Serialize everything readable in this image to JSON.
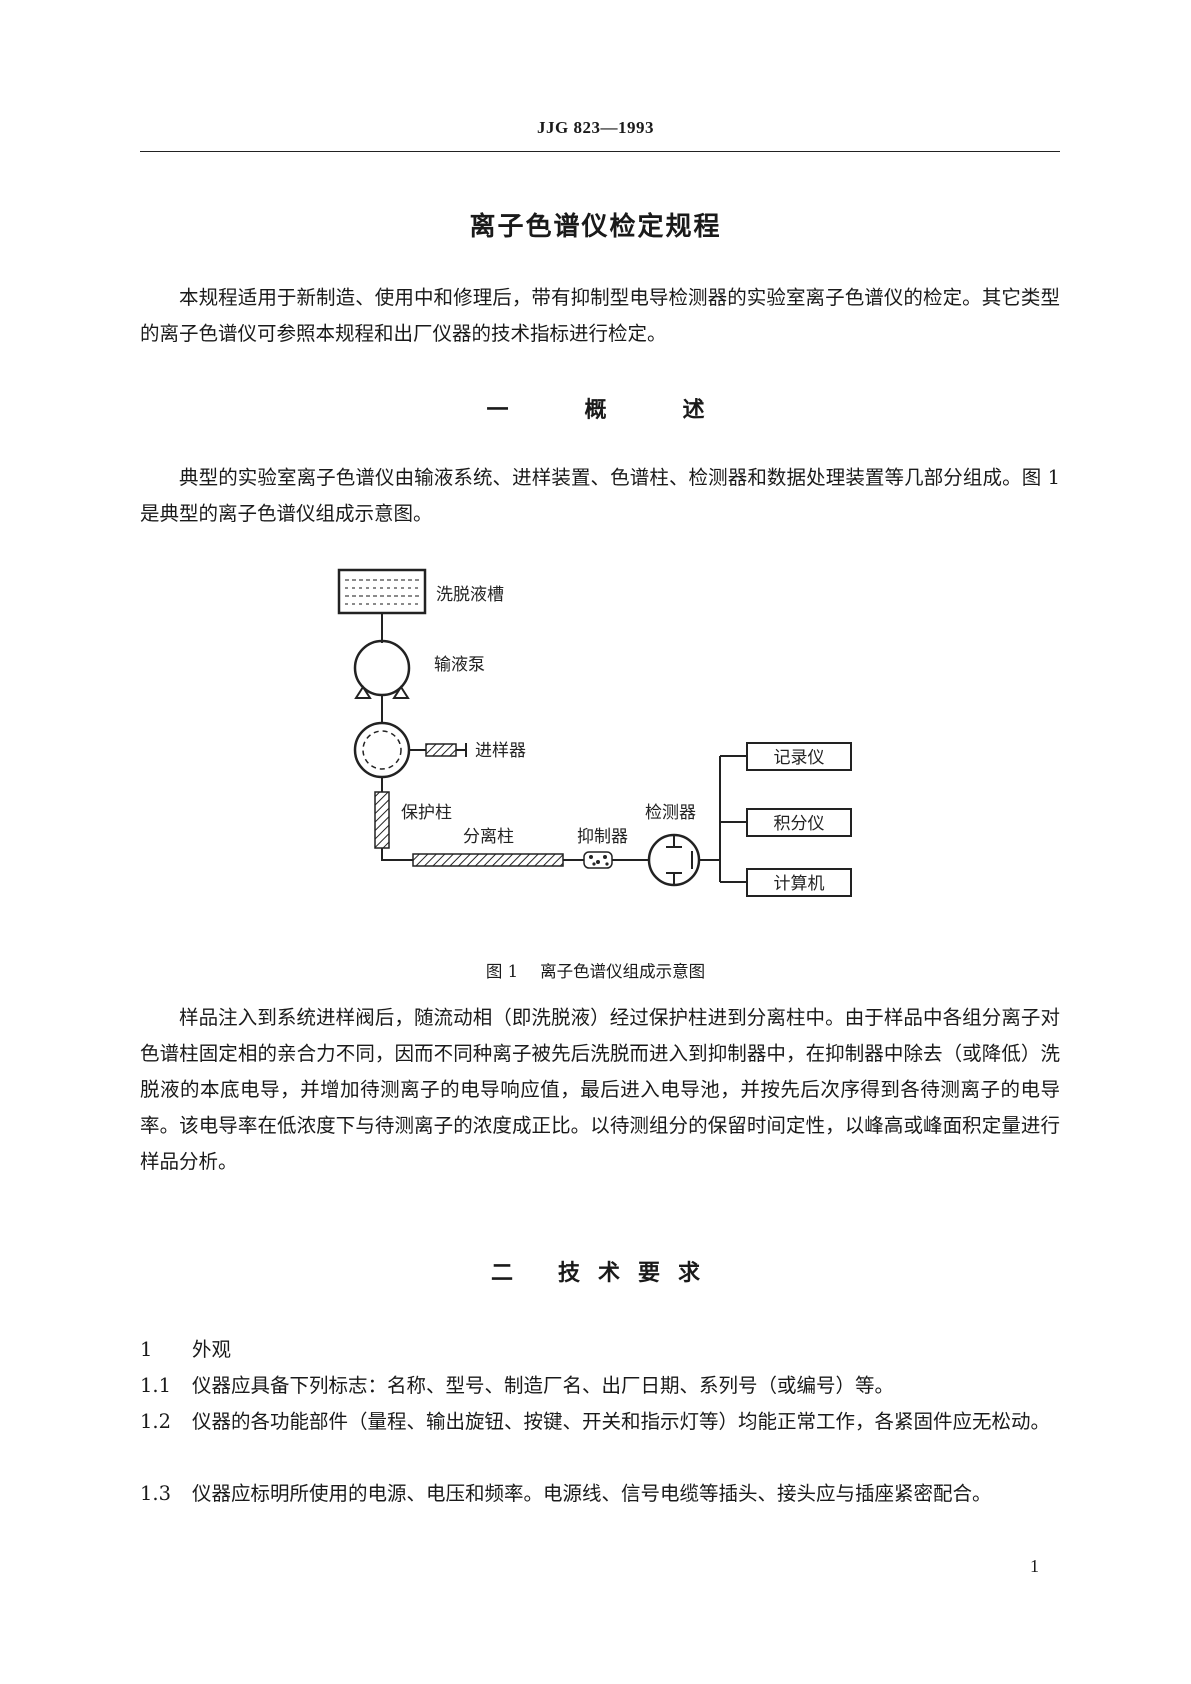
{
  "header": {
    "code": "JJG 823—1993"
  },
  "title": "离子色谱仪检定规程",
  "intro": "本规程适用于新制造、使用中和修理后，带有抑制型电导检测器的实验室离子色谱仪的检定。其它类型的离子色谱仪可参照本规程和出厂仪器的技术指标进行检定。",
  "section1": {
    "num": "一",
    "chars": [
      "概",
      "述"
    ]
  },
  "section1_text": "典型的实验室离子色谱仪由输液系统、进样装置、色谱柱、检测器和数据处理装置等几部分组成。图 1 是典型的离子色谱仪组成示意图。",
  "figure": {
    "labels": {
      "eluent_tank": "洗脱液槽",
      "pump": "输液泵",
      "injector": "进样器",
      "guard_column": "保护柱",
      "separation_column": "分离柱",
      "suppressor": "抑制器",
      "detector": "检测器",
      "recorder": "记录仪",
      "integrator": "积分仪",
      "computer": "计算机"
    },
    "caption_no": "图 1",
    "caption_text": "离子色谱仪组成示意图"
  },
  "section1_text2": "样品注入到系统进样阀后，随流动相（即洗脱液）经过保护柱进到分离柱中。由于样品中各组分离子对色谱柱固定相的亲合力不同，因而不同种离子被先后洗脱而进入到抑制器中，在抑制器中除去（或降低）洗脱液的本底电导，并增加待测离子的电导响应值，最后进入电导池，并按先后次序得到各待测离子的电导率。该电导率在低浓度下与待测离子的浓度成正比。以待测组分的保留时间定性，以峰高或峰面积定量进行样品分析。",
  "section2": {
    "num": "二",
    "chars": [
      "技",
      "术",
      "要",
      "求"
    ]
  },
  "items": [
    {
      "no": "1",
      "text": "外观"
    },
    {
      "no": "1.1",
      "text": "仪器应具备下列标志：名称、型号、制造厂名、出厂日期、系列号（或编号）等。"
    },
    {
      "no": "1.2",
      "text": "仪器的各功能部件（量程、输出旋钮、按键、开关和指示灯等）均能正常工作，各紧固件应无松动。"
    },
    {
      "no": "1.3",
      "text": "仪器应标明所使用的电源、电压和频率。电源线、信号电缆等插头、接头应与插座紧密配合。"
    }
  ],
  "page_number": "1"
}
